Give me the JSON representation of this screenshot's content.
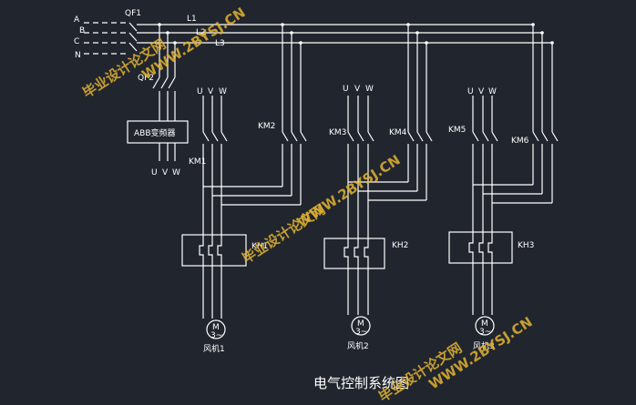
{
  "phases": [
    "A",
    "B",
    "C",
    "N"
  ],
  "breakers": {
    "main": "QF1",
    "vfd": "QF2"
  },
  "lines": [
    "L1",
    "L2",
    "L3"
  ],
  "vfd_label": "ABB变频器",
  "uvw": [
    "U",
    "V",
    "W"
  ],
  "contactors": [
    "KM1",
    "KM2",
    "KM3",
    "KM4",
    "KM5",
    "KM6"
  ],
  "relays": [
    "KH1",
    "KH2",
    "KH3"
  ],
  "motor_label": "M",
  "motor_phase": "3~",
  "fans": [
    "风机1",
    "风机2",
    "风机3"
  ],
  "title": "电气控制系统图",
  "watermark": [
    "毕业设计论文网",
    "WWW.2BYSJ.CN"
  ],
  "colors": {
    "background": "#21252d",
    "wire": "#ffffff",
    "watermark": "#e2b432"
  }
}
